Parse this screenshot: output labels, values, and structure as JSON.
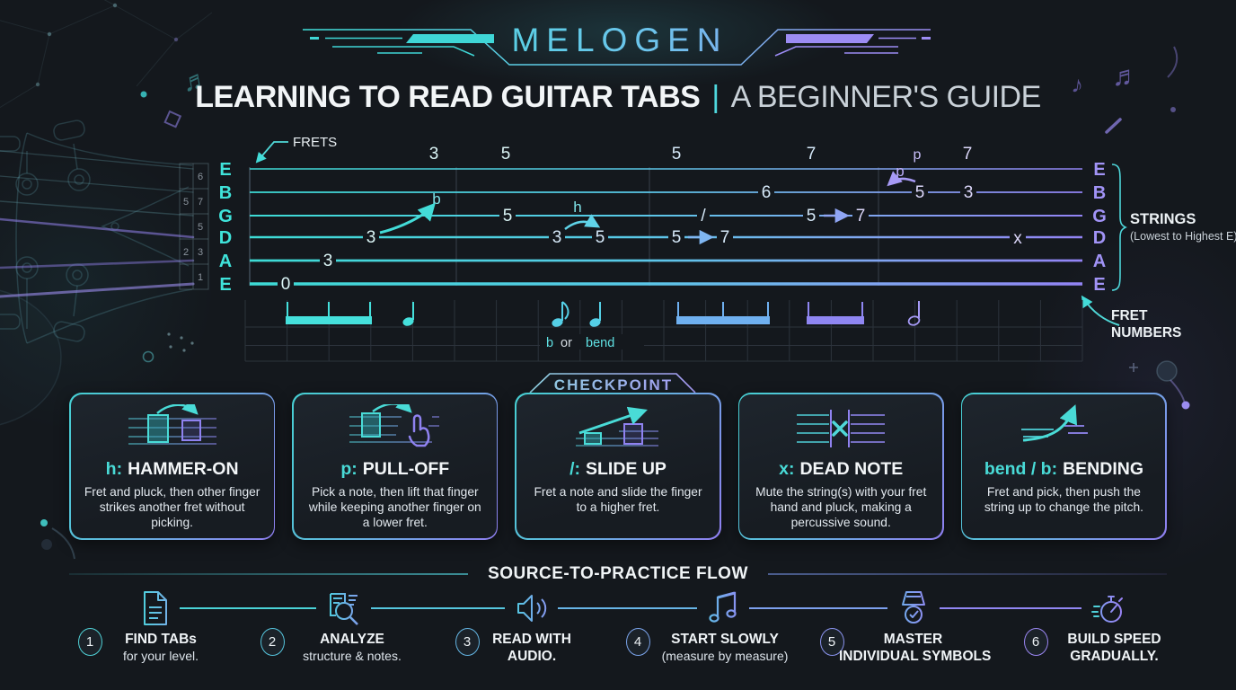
{
  "brand": "MELOGEN",
  "title": {
    "main": "LEARNING TO READ GUITAR TABS",
    "separator": "|",
    "sub": "A BEGINNER'S GUIDE"
  },
  "decor": {
    "note_double": "♬",
    "note_single": "♪"
  },
  "staff": {
    "frets_label": "FRETS",
    "strings_label": "STRINGS",
    "strings_sublabel": "(Lowest to Highest E)",
    "fret_numbers_label1": "FRET",
    "fret_numbers_label2": "NUMBERS",
    "strings_left": [
      "E",
      "B",
      "G",
      "D",
      "A",
      "E"
    ],
    "strings_right": [
      "E",
      "B",
      "G",
      "D",
      "A",
      "E"
    ],
    "position_markers": [
      "3",
      "5",
      "5",
      "7",
      "p",
      "7"
    ],
    "notes": [
      {
        "t": "0",
        "s": "E-low"
      },
      {
        "t": "3",
        "s": "A"
      },
      {
        "t": "3",
        "s": "D"
      },
      {
        "t": "b",
        "s": "bend-label"
      },
      {
        "t": "5",
        "s": "G"
      },
      {
        "t": "3",
        "s": "D"
      },
      {
        "t": "h",
        "s": "hammer-label"
      },
      {
        "t": "5",
        "s": "D"
      },
      {
        "t": "/",
        "s": "G"
      },
      {
        "t": "5",
        "s": "D"
      },
      {
        "t": "7",
        "s": "D"
      },
      {
        "t": "6",
        "s": "B"
      },
      {
        "t": "5",
        "s": "G"
      },
      {
        "t": "7",
        "s": "G"
      },
      {
        "t": "p",
        "s": "pull-label"
      },
      {
        "t": "5",
        "s": "B"
      },
      {
        "t": "3",
        "s": "B"
      },
      {
        "t": "x",
        "s": "D"
      }
    ],
    "headstock": {
      "frets": [
        "6",
        "7",
        "5",
        "3",
        "1"
      ],
      "side": [
        "5",
        "2"
      ]
    }
  },
  "rhythm": {
    "bend_b": "b",
    "bend_or": "or",
    "bend_word": "bend"
  },
  "checkpoint_label": "CHECKPOINT",
  "cards": [
    {
      "prefix": "h:",
      "title": "HAMMER-ON",
      "desc": "Fret and pluck, then other finger strikes another fret without picking."
    },
    {
      "prefix": "p:",
      "title": "PULL-OFF",
      "desc": "Pick a note, then lift that finger while keeping another finger on a lower fret."
    },
    {
      "prefix": "/:",
      "title": "SLIDE UP",
      "desc": "Fret a note and slide the finger to a higher fret."
    },
    {
      "prefix": "x:",
      "title": "DEAD NOTE",
      "desc": "Mute the string(s) with your fret hand and pluck, making a percussive sound."
    },
    {
      "prefix": "bend / b:",
      "title": "BENDING",
      "desc": "Fret and pick, then push the string up to change the pitch."
    }
  ],
  "flow": {
    "heading": "SOURCE-TO-PRACTICE FLOW",
    "steps": [
      {
        "num": "1",
        "title": "FIND TABs",
        "sub": "for your level."
      },
      {
        "num": "2",
        "title": "ANALYZE",
        "sub": "structure & notes."
      },
      {
        "num": "3",
        "title": "READ WITH",
        "sub": "AUDIO."
      },
      {
        "num": "4",
        "title": "START SLOWLY",
        "sub": "(measure by measure)"
      },
      {
        "num": "5",
        "title": "MASTER",
        "sub": "INDIVIDUAL SYMBOLS"
      },
      {
        "num": "6",
        "title": "BUILD SPEED",
        "sub": "GRADUALLY."
      }
    ]
  },
  "colors": {
    "background": "#14181d",
    "accent_cyan": "#46dcd8",
    "accent_purple": "#8f7ef0",
    "string_label_left": "#3fe3da",
    "string_label_right": "#a193f6"
  }
}
